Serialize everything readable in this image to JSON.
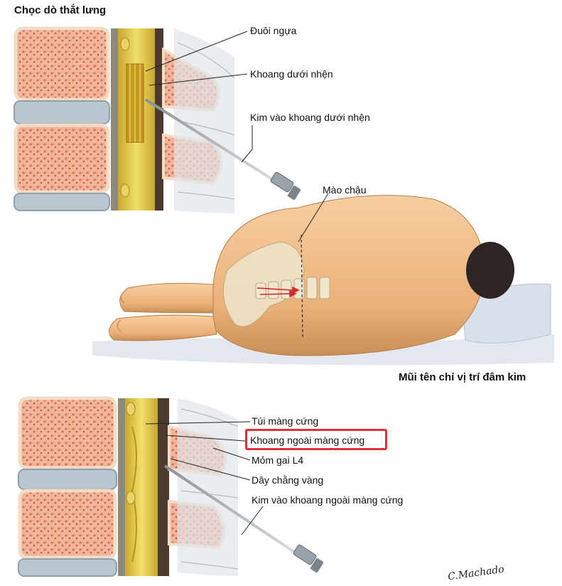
{
  "title": "Chọc dò thắt lưng",
  "top_panel": {
    "labels": {
      "cauda_equina": "Đuôi ngựa",
      "subarachnoid_space": "Khoang dưới nhện",
      "needle_subarachnoid": "Kim vào  khoang dưới nhện"
    }
  },
  "middle": {
    "iliac_crest": "Mào chậu",
    "caption": "Mũi tên chỉ vị trí đâm kim"
  },
  "bottom_panel": {
    "labels": {
      "dural_sac": "Túi màng cứng",
      "epidural_space": "Khoang ngoài màng cứng",
      "spinous_process": "Mỏm gai L4",
      "ligamentum_flavum": "Dây chằng vàng",
      "needle_epidural": "Kim vào khoang ngoài màng cứng"
    },
    "highlighted": "epidural_space"
  },
  "signature": "C.Machado",
  "colors": {
    "bone_cortex": "#f3dcc4",
    "bone_marrow": "#e8967a",
    "disc": "#b9c6d0",
    "cord_yellow": "#e6cf45",
    "ligament_dark": "#4a3b2e",
    "skin": "#f2c08e",
    "skin_shadow": "#d9955e",
    "highlight_box": "#e0313a",
    "arrow": "#d42a2a"
  }
}
